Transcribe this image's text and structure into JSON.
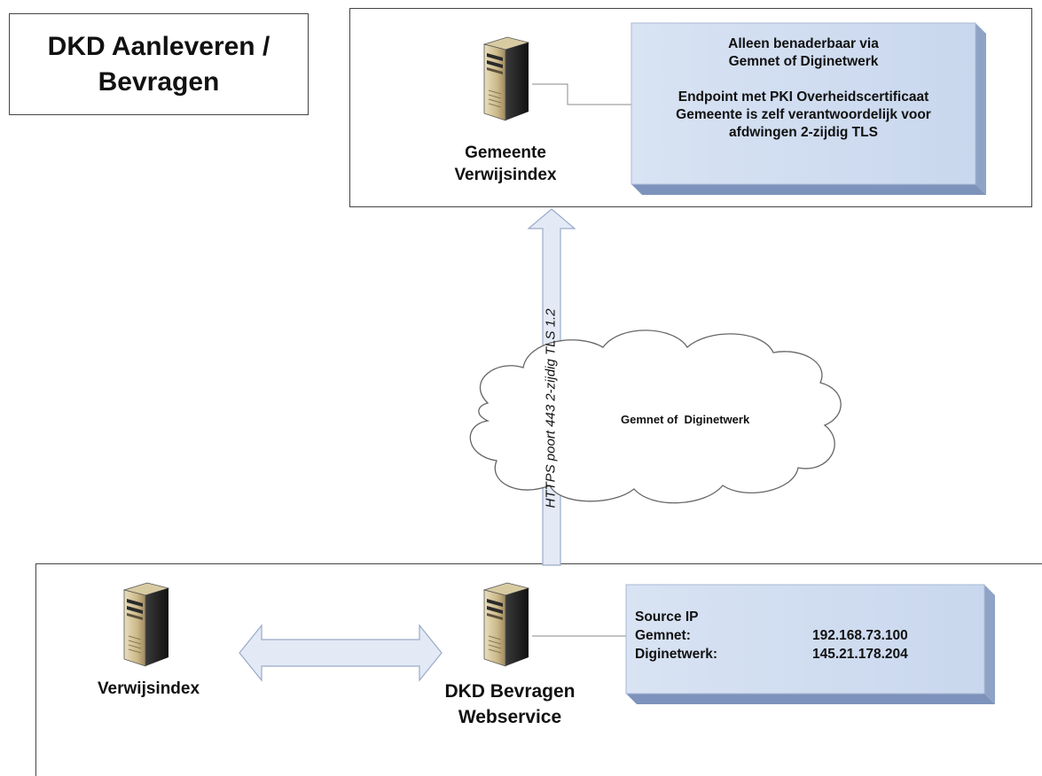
{
  "title": "DKD Aanleveren /\nBevragen",
  "gemeente": {
    "server_label": "Gemeente\nVerwijsindex",
    "note_line1": "Alleen benaderbaar via",
    "note_line2": "Gemnet of Diginetwerk",
    "note_line3": "Endpoint met PKI Overheidscertificaat",
    "note_line4": "Gemeente is zelf verantwoordelijk voor",
    "note_line5": "afdwingen 2-zijdig TLS"
  },
  "connection_label": "HTTPS poort 443 2-zijdig TLS 1.2",
  "cloud_label": "Gemnet of  Diginetwerk",
  "bottom": {
    "verwijsindex_label": "Verwijsindex",
    "dkd_label": "DKD Bevragen\nWebservice",
    "source_ip_title": "Source IP",
    "rows": [
      {
        "name": "Gemnet:",
        "ip": "192.168.73.100"
      },
      {
        "name": "Diginetwerk:",
        "ip": "145.21.178.204"
      }
    ]
  },
  "colors": {
    "note_fill": "#dce6f4",
    "arrow_fill": "#e3eaf6",
    "arrow_stroke": "#9aaac8"
  }
}
